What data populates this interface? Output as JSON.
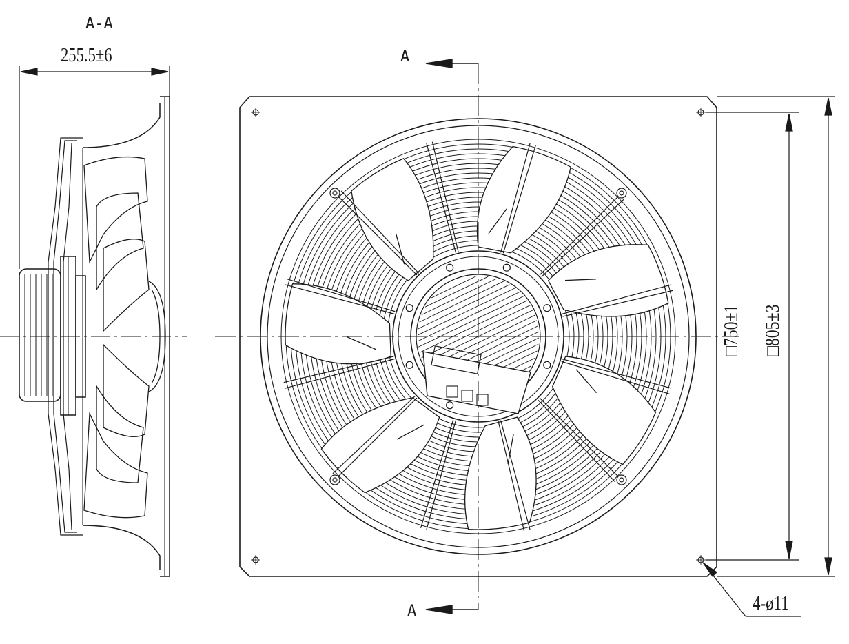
{
  "section_label": "A-A",
  "cutting_plane_top": "A",
  "cutting_plane_bottom": "A",
  "dim_depth": "255.5±6",
  "dim_hole_spacing": "□750±1",
  "dim_panel_size": "□805±3",
  "dim_mounting_holes": "4-ø11",
  "guard_spoke_count": 12,
  "blade_count": 7,
  "mounting_hole_count": 4,
  "colors": {
    "line": "#1a1a1a",
    "background": "#ffffff"
  }
}
